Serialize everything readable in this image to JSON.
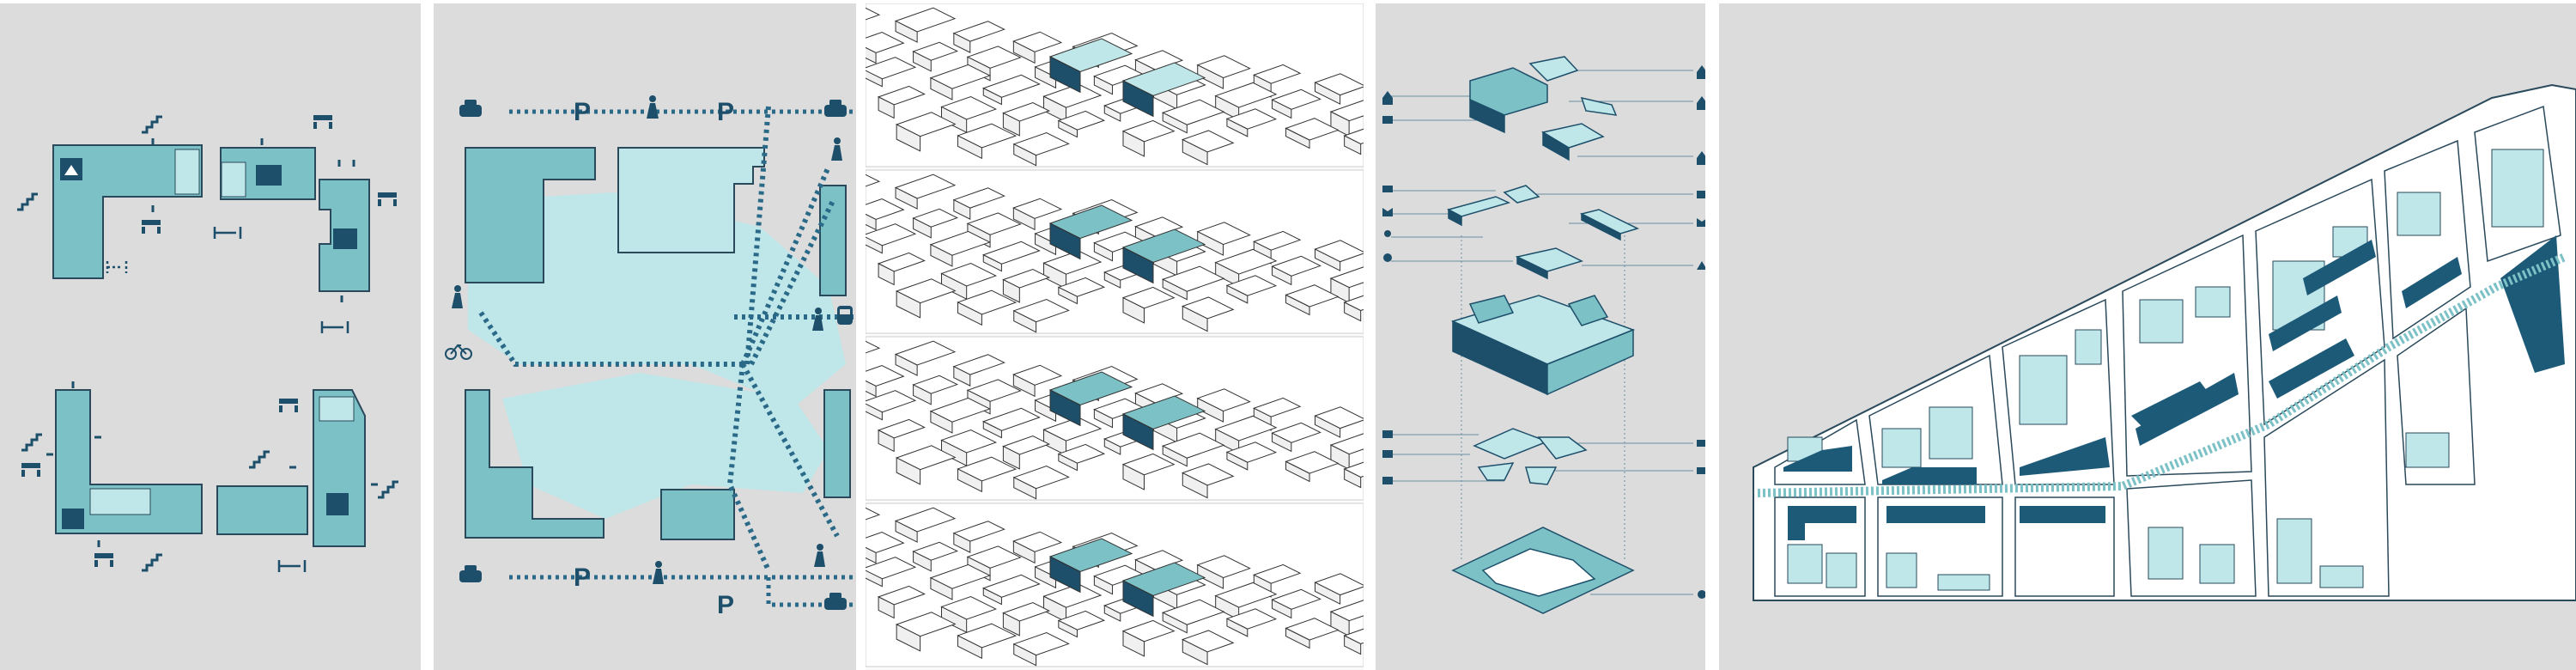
{
  "colors": {
    "panel_bg": "#dcdcdc",
    "teal_mid": "#7cc1c6",
    "teal_light": "#bfe6e8",
    "navy": "#1d4f6a",
    "outline": "#2a4a5c"
  },
  "circulation_diagram": {
    "parking_labels": [
      "P",
      "P",
      "P",
      "P"
    ],
    "icons": [
      "car-icon",
      "pedestrian-icon",
      "bicycle-icon",
      "train-icon"
    ]
  },
  "unit_diagrams": {
    "icons": [
      "stair-icon",
      "table-chairs-icon",
      "home-icon",
      "connector-icon"
    ]
  },
  "massing_sequence": {
    "frames": 4
  },
  "exploded_axonometric": {
    "legend_icons": [
      "house-icon",
      "shop-icon",
      "runner-icon",
      "bench-icon",
      "tree-icon",
      "factory-icon"
    ]
  }
}
